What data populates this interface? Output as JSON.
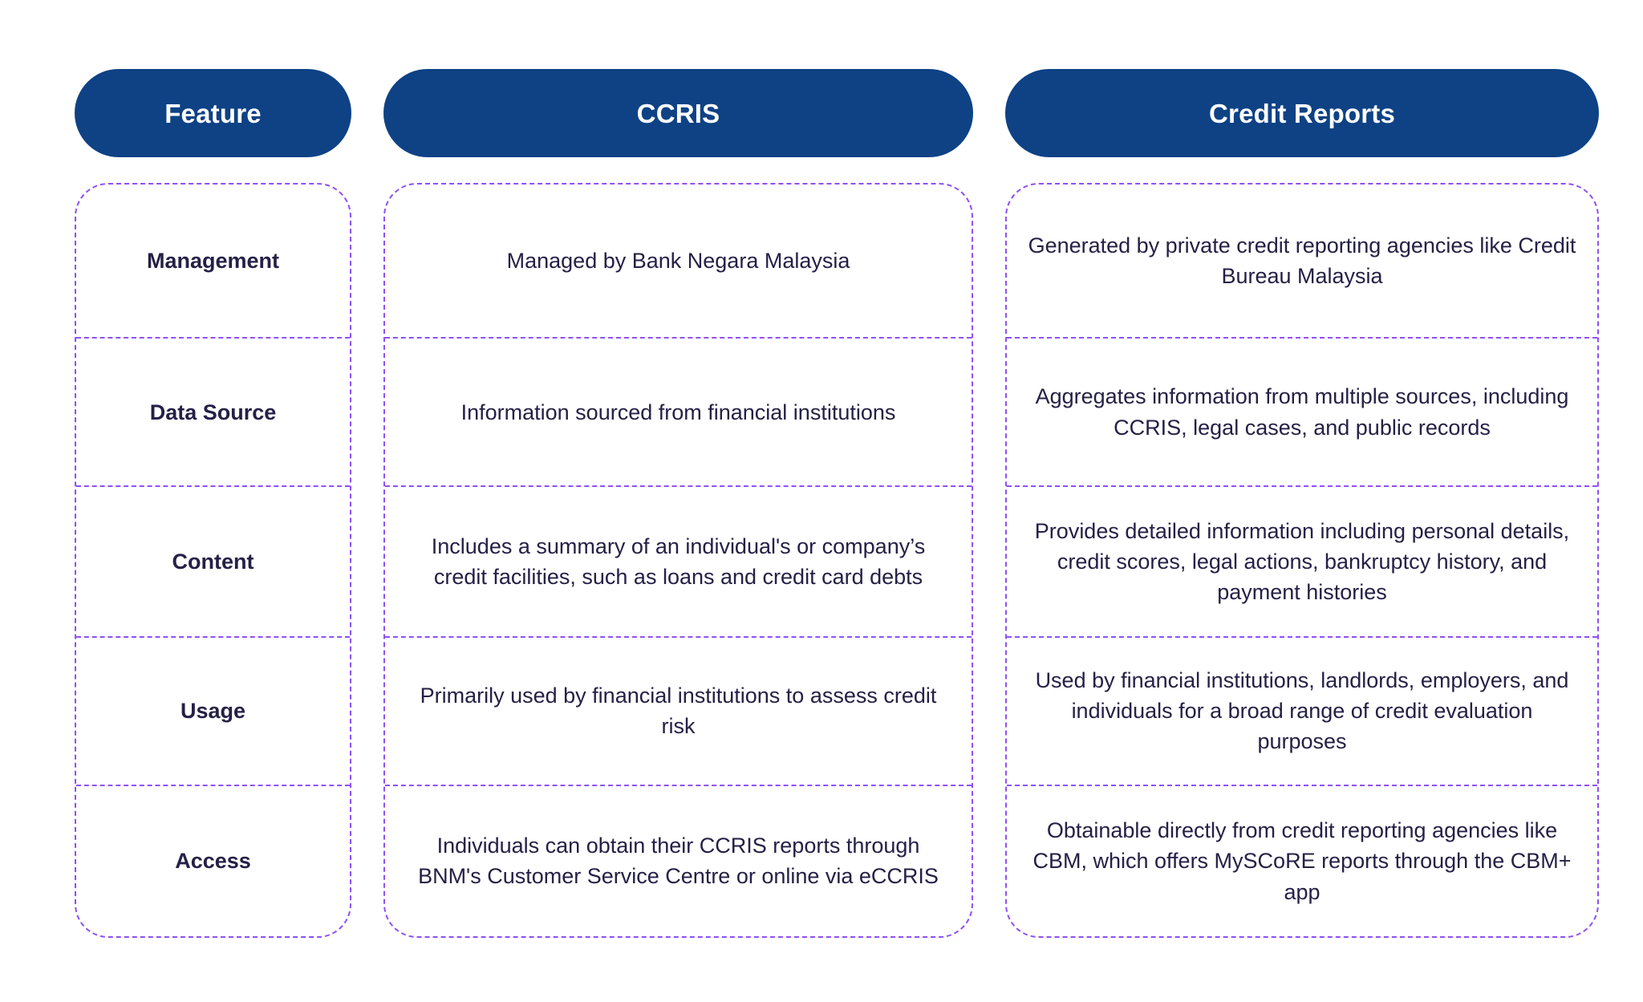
{
  "table": {
    "accent_color": "#0E4285",
    "border_color": "#9050F5",
    "text_color": "#252046",
    "header_text_color": "#FFFFFF",
    "background_color": "#FFFFFF",
    "columns": [
      {
        "key": "feature",
        "label": "Feature"
      },
      {
        "key": "ccris",
        "label": "CCRIS"
      },
      {
        "key": "credit_reports",
        "label": "Credit Reports"
      }
    ],
    "rows": [
      {
        "feature": "Management",
        "ccris": "Managed by Bank Negara Malaysia",
        "credit_reports": "Generated by private credit reporting agencies like Credit Bureau Malaysia"
      },
      {
        "feature": "Data Source",
        "ccris": "Information sourced from financial institutions",
        "credit_reports": "Aggregates information from multiple sources, including CCRIS, legal cases, and public records"
      },
      {
        "feature": "Content",
        "ccris": "Includes a summary of an individual's or company’s credit facilities, such as loans and credit card debts",
        "credit_reports": "Provides detailed information including personal details, credit scores, legal actions, bankruptcy history, and payment histories"
      },
      {
        "feature": "Usage",
        "ccris": "Primarily used by financial institutions to assess credit risk",
        "credit_reports": "Used by financial institutions, landlords, employers, and individuals for a broad range of credit evaluation purposes"
      },
      {
        "feature": "Access",
        "ccris": "Individuals can obtain their CCRIS reports through BNM's Customer Service Centre or online via eCCRIS",
        "credit_reports": "Obtainable directly from credit reporting agencies like CBM, which offers MySCoRE reports through the CBM+ app"
      }
    ]
  }
}
